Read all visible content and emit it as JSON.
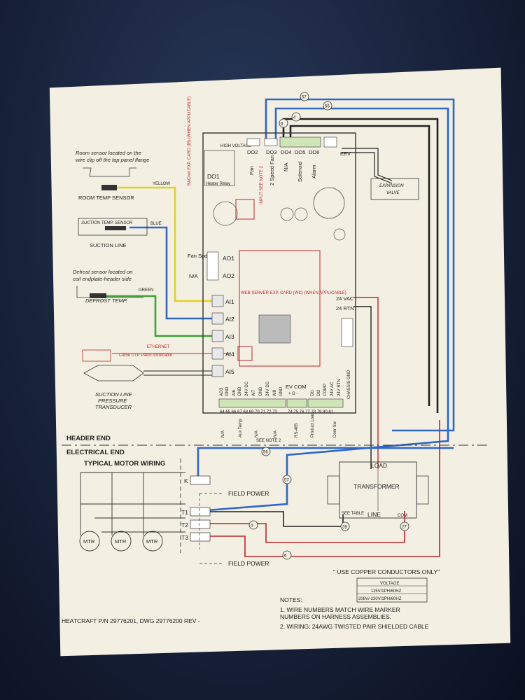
{
  "sensors": {
    "room_note": "Room sensor located on the wire clip off the top panel flange",
    "room_label": "ROOM TEMP SENSOR",
    "yellow": "YELLOW",
    "suction_box": "SUCTION TEMP. SENSOR",
    "suction_label": "SUCTION LINE",
    "blue": "BLUE",
    "defrost_note": "Defrost sensor located on coil endplate-header side",
    "defrost_label": "DEFROST TEMP.",
    "green": "GREEN",
    "ethernet": "ETHERNET",
    "cat5e": "Cat5e UTP Patch cord/cable",
    "transducer_label": "SUCTION LINE PRESSURE TRANSDUCER"
  },
  "board": {
    "do1": "DO1",
    "heater_relay": "Heater Relay",
    "high_voltage": "HIGH VOLTAGE",
    "bacnet": "BACnet EXP. CARD (IB) (WHEN APPLICABLE)",
    "input_note": "INPUT SEE NOTE 2",
    "do_labels": [
      "DO2",
      "DO3",
      "DO4",
      "DO5",
      "DO6"
    ],
    "do_funcs": [
      "Fan",
      "2 Speed Fan",
      "N/A",
      "Solenoid",
      "Alarm"
    ],
    "eev": "EEV",
    "fan_spd": "Fan Spd",
    "na": "N/A",
    "ao1": "AO1",
    "ao2": "AO2",
    "ai_labels": [
      "AI1",
      "AI2",
      "AI3",
      "AI4",
      "AI5"
    ],
    "web_server": "WEB SERVER EXP. CARD (WC) (WHEN APPLICABLE)",
    "vac24": "24 VAC",
    "rtn24": "24 RTN",
    "chassis_gnd": "CHASSIS GND",
    "bottom_terms": [
      "AO3",
      "GND",
      "AI6",
      "GND",
      "24V DC",
      "AI7",
      "GND",
      "24V DC",
      "AI8",
      "GND"
    ],
    "ev_com": "EV COM",
    "ev_pins": "+ G -",
    "right_terms": [
      "DI1",
      "DI2",
      "COMP",
      "24V AC",
      "24V RTN"
    ],
    "pin_numbers_left": "64 65 66 67 68 69 70 71 72 73",
    "pin_numbers_right": "74 75 76    77 78 79 80 81",
    "below_labels": [
      "N/A",
      "Aux Temp",
      "N/A",
      "N/A",
      "RS-485",
      "Product Load",
      "Door Sw"
    ],
    "see_note2": "SEE NOTE 2"
  },
  "expansion_valve": "EXPANSION VALVE",
  "header_end": "HEADER END",
  "electrical_end": "ELECTRICAL END",
  "motor_wiring": "TYPICAL MOTOR WIRING",
  "motor": "MTR",
  "terminals": [
    "K",
    "T1",
    "T2",
    "T3"
  ],
  "field_power": "FIELD POWER",
  "transformer": {
    "title": "TRANSFORMER",
    "load": "LOAD",
    "line": "LINE",
    "com": "COM",
    "see_table": "SEE TABLE"
  },
  "wire_numbers": [
    "57",
    "56",
    "4",
    "6",
    "56",
    "57",
    "4",
    "28",
    "27",
    "6"
  ],
  "copper_note": "\" USE COPPER CONDUCTORS ONLY\"",
  "voltage_table": {
    "header": "VOLTAGE",
    "rows": [
      "115V/1PH/60HZ",
      "208V/-230V/1PH/60HZ"
    ]
  },
  "notes": {
    "title": "NOTES:",
    "n1_line1": "1.   WIRE NUMBERS MATCH WIRE MARKER",
    "n1_line2": "      NUMBERS ON HARNESS ASSEMBLIES.",
    "n2": "2.   WIRING: 24AWG TWISTED PAIR SHIELDED CABLE"
  },
  "part_number": "HEATCRAFT P/N 29776201, DWG 29776200 REV -",
  "colors": {
    "yellow_wire": "#e3d21c",
    "blue_wire": "#2e67c9",
    "green_wire": "#3fa23a",
    "red_text": "#c0262b",
    "paper": "#f3efe2"
  }
}
